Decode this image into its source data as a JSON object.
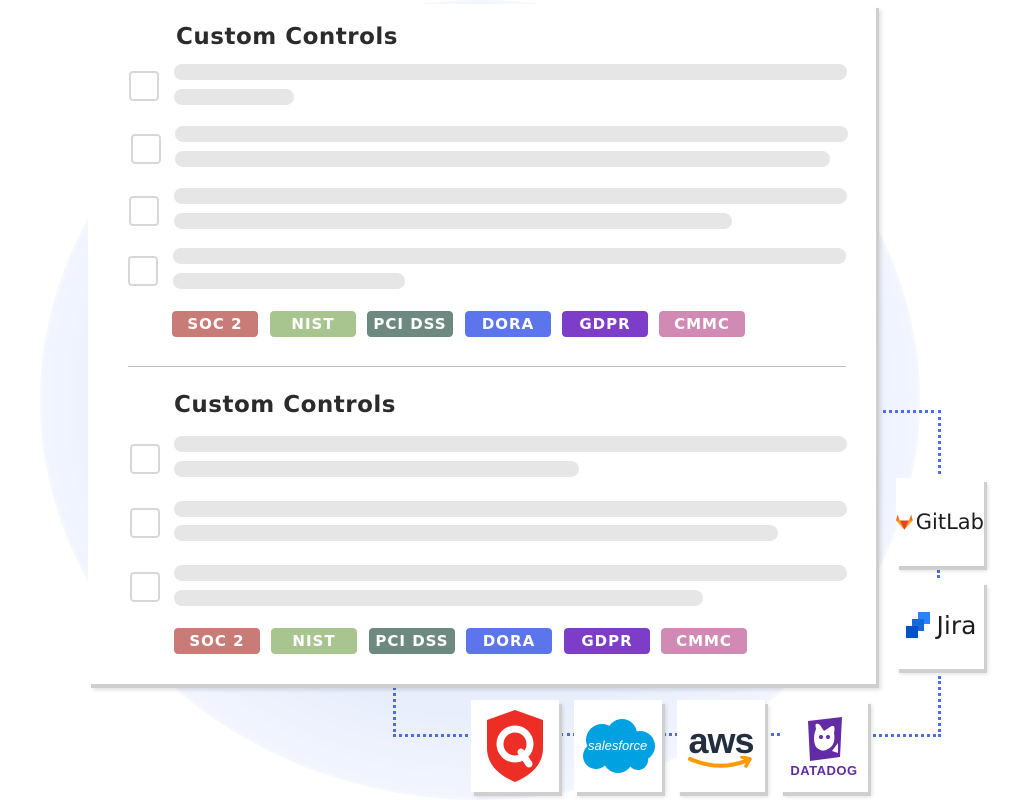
{
  "sections": [
    {
      "title": "Custom Controls"
    },
    {
      "title": "Custom Controls"
    }
  ],
  "tags": [
    {
      "label": "SOC 2",
      "color": "#c97b78"
    },
    {
      "label": "NIST",
      "color": "#a8c590"
    },
    {
      "label": "PCI DSS",
      "color": "#6e8a80"
    },
    {
      "label": "DORA",
      "color": "#5c74ec"
    },
    {
      "label": "GDPR",
      "color": "#7d3dc9"
    },
    {
      "label": "CMMC",
      "color": "#d18ab3"
    }
  ],
  "integrations": {
    "gitlab": {
      "label": "GitLab",
      "icon": "gitlab-fox-icon"
    },
    "jira": {
      "label": "Jira",
      "icon": "jira-icon"
    },
    "qualys": {
      "icon": "qualys-shield-icon"
    },
    "salesforce": {
      "label": "salesforce",
      "icon": "salesforce-cloud-icon"
    },
    "aws": {
      "label": "aws",
      "icon": "amazon-smile-icon"
    },
    "datadog": {
      "label": "DATADOG",
      "icon": "datadog-dog-icon"
    }
  },
  "colors": {
    "connector": "#4a6fe0",
    "placeholder": "#e6e6e6",
    "glow": "#e8eefc"
  }
}
